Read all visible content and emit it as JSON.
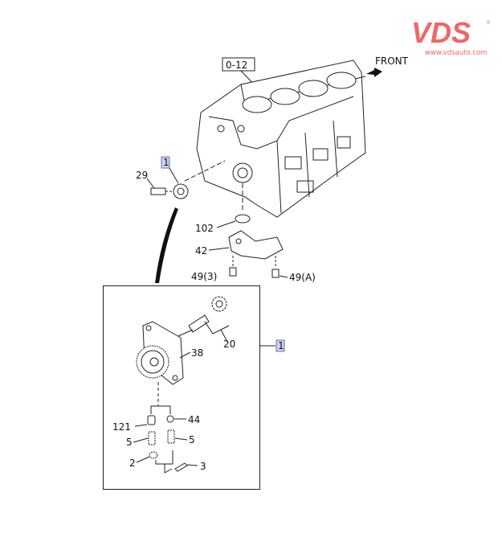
{
  "logo": {
    "brand": "VDS",
    "url": "www.vdsauto.com",
    "color": "#f06666"
  },
  "direction": {
    "label": "FRONT"
  },
  "reference_box": {
    "label": "0-12"
  },
  "callouts": {
    "assembly_ref_top": "1",
    "assembly_ref_side": "1",
    "bolt": "29",
    "o_ring": "102",
    "bracket": "42",
    "bolt_3": "49(3)",
    "bolt_a": "49(A)",
    "shaft_gear": "20",
    "pump_body": "38",
    "plunger": "121",
    "ball": "44",
    "spring_left": "5",
    "spring_right": "5",
    "plug": "2",
    "pin": "3"
  },
  "colors": {
    "callout_fill": "#c9d2f0",
    "callout_stroke": "#6677aa"
  }
}
